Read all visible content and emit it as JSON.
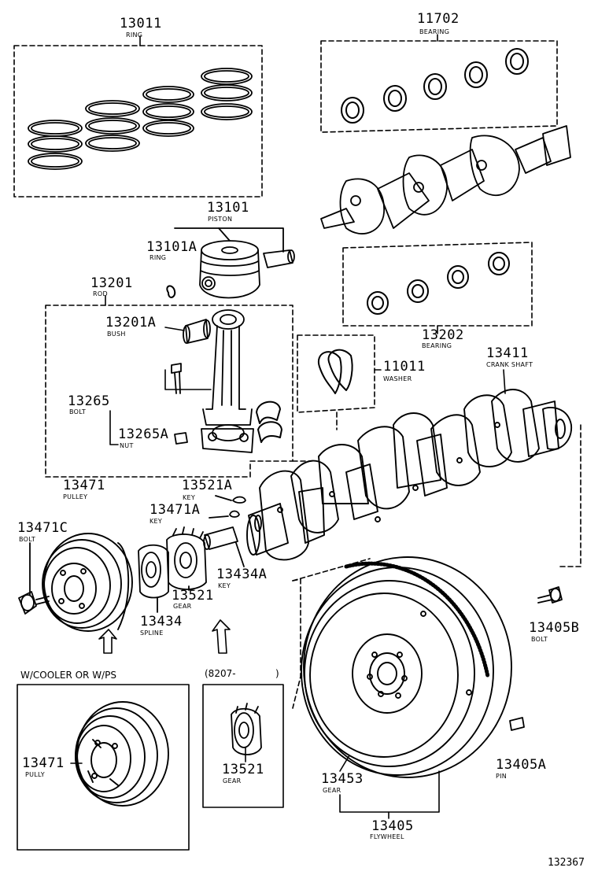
{
  "parts": {
    "p13011": {
      "num": "13011",
      "name": "RING"
    },
    "p11702": {
      "num": "11702",
      "name": "BEARING"
    },
    "p13101": {
      "num": "13101",
      "name": "PISTON"
    },
    "p13101a": {
      "num": "13101A",
      "name": "RING"
    },
    "p13201": {
      "num": "13201",
      "name": "ROD"
    },
    "p13201a": {
      "num": "13201A",
      "name": "BUSH"
    },
    "p13202": {
      "num": "13202",
      "name": "BEARING"
    },
    "p11011": {
      "num": "11011",
      "name": "WASHER"
    },
    "p13411": {
      "num": "13411",
      "name": "CRANK SHAFT"
    },
    "p13265": {
      "num": "13265",
      "name": "BOLT"
    },
    "p13265a": {
      "num": "13265A",
      "name": "NUT"
    },
    "p13471": {
      "num": "13471",
      "name": "PULLEY"
    },
    "p13521a": {
      "num": "13521A",
      "name": "KEY"
    },
    "p13471a": {
      "num": "13471A",
      "name": "KEY"
    },
    "p13471c": {
      "num": "13471C",
      "name": "BOLT"
    },
    "p13434a": {
      "num": "13434A",
      "name": "KEY"
    },
    "p13521": {
      "num": "13521",
      "name": "GEAR"
    },
    "p13434": {
      "num": "13434",
      "name": "SPLINE"
    },
    "p13405b": {
      "num": "13405B",
      "name": "BOLT"
    },
    "p13471_box": {
      "num": "13471",
      "name": "PULLY"
    },
    "p13521_box": {
      "num": "13521",
      "name": "GEAR"
    },
    "p13453": {
      "num": "13453",
      "name": "GEAR"
    },
    "p13405a": {
      "num": "13405A",
      "name": "PIN"
    },
    "p13405": {
      "num": "13405",
      "name": "FLYWHEEL"
    }
  },
  "boxes": {
    "cooler_title": "W/COOLER OR W/PS",
    "date_title": "(8207-",
    "date_close": ")"
  },
  "figure_id": "132367"
}
